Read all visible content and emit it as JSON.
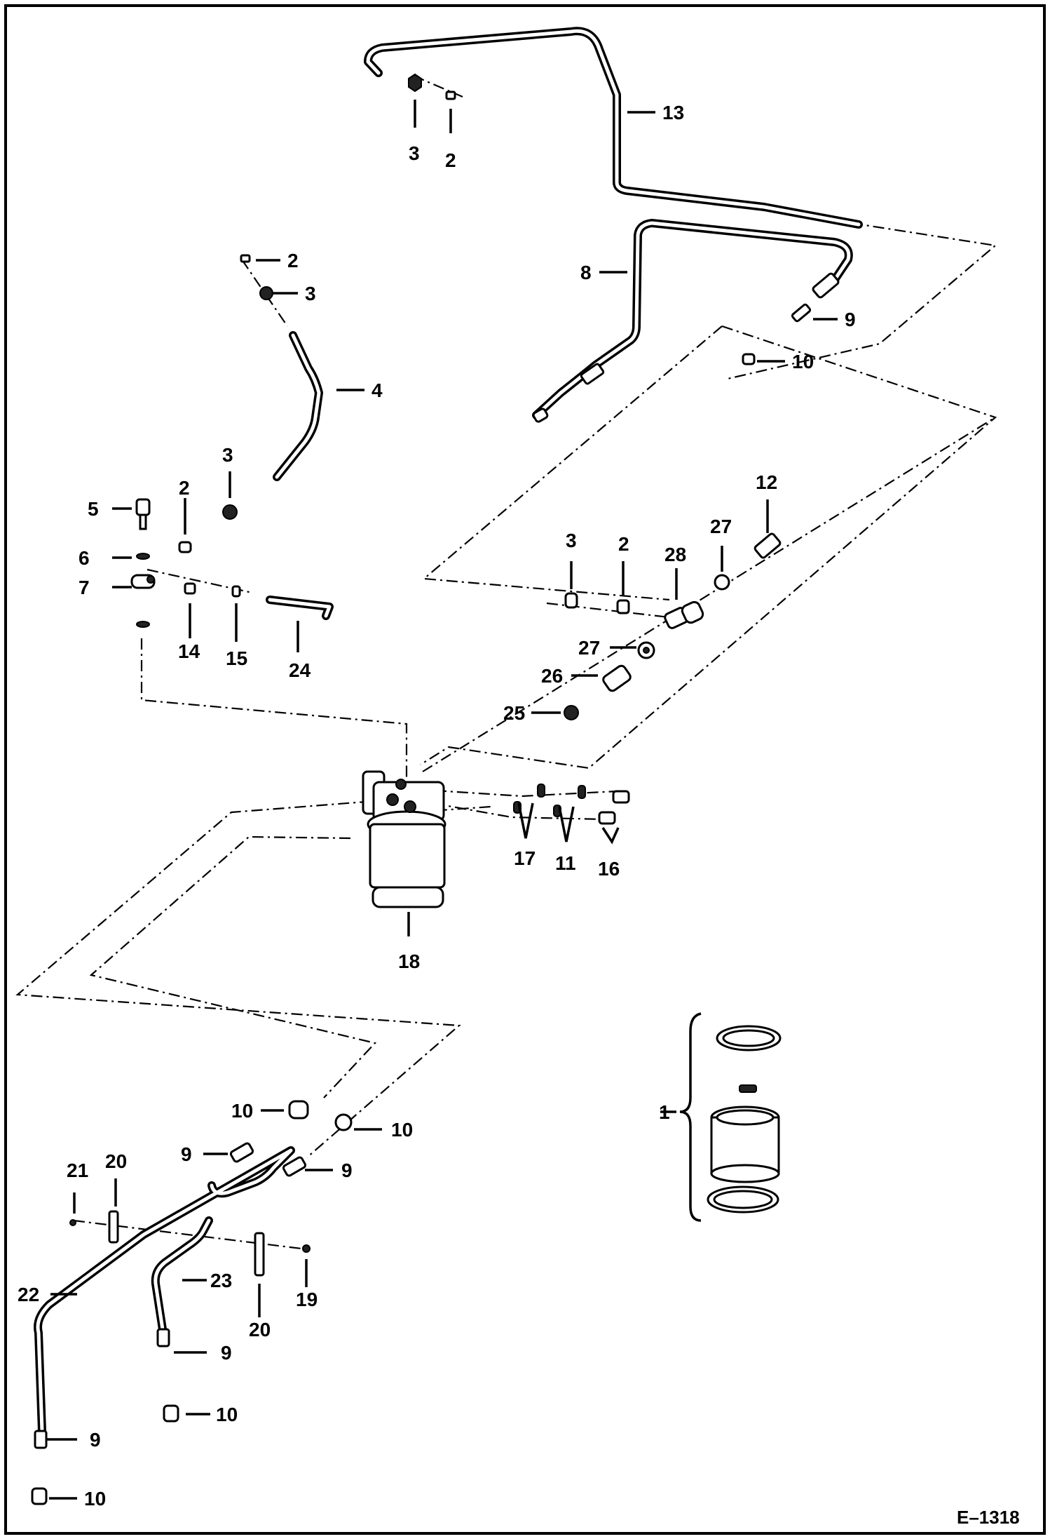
{
  "labels": {
    "p1": "1",
    "p2a": "2",
    "p2b": "2",
    "p2c": "2",
    "p2d": "2",
    "p3a": "3",
    "p3b": "3",
    "p3c": "3",
    "p3d": "3",
    "p4": "4",
    "p5": "5",
    "p6": "6",
    "p7": "7",
    "p8": "8",
    "p9a": "9",
    "p9b": "9",
    "p9c": "9",
    "p9d": "9",
    "p9e": "9",
    "p10a": "10",
    "p10b": "10",
    "p10c": "10",
    "p10d": "10",
    "p10e": "10",
    "p11": "11",
    "p12": "12",
    "p13": "13",
    "p14": "14",
    "p15": "15",
    "p16": "16",
    "p17": "17",
    "p18": "18",
    "p19": "19",
    "p20a": "20",
    "p20b": "20",
    "p21": "21",
    "p22": "22",
    "p23": "23",
    "p24": "24",
    "p25": "25",
    "p26": "26",
    "p27a": "27",
    "p27b": "27",
    "p28": "28"
  },
  "figure_code": "E–1318"
}
